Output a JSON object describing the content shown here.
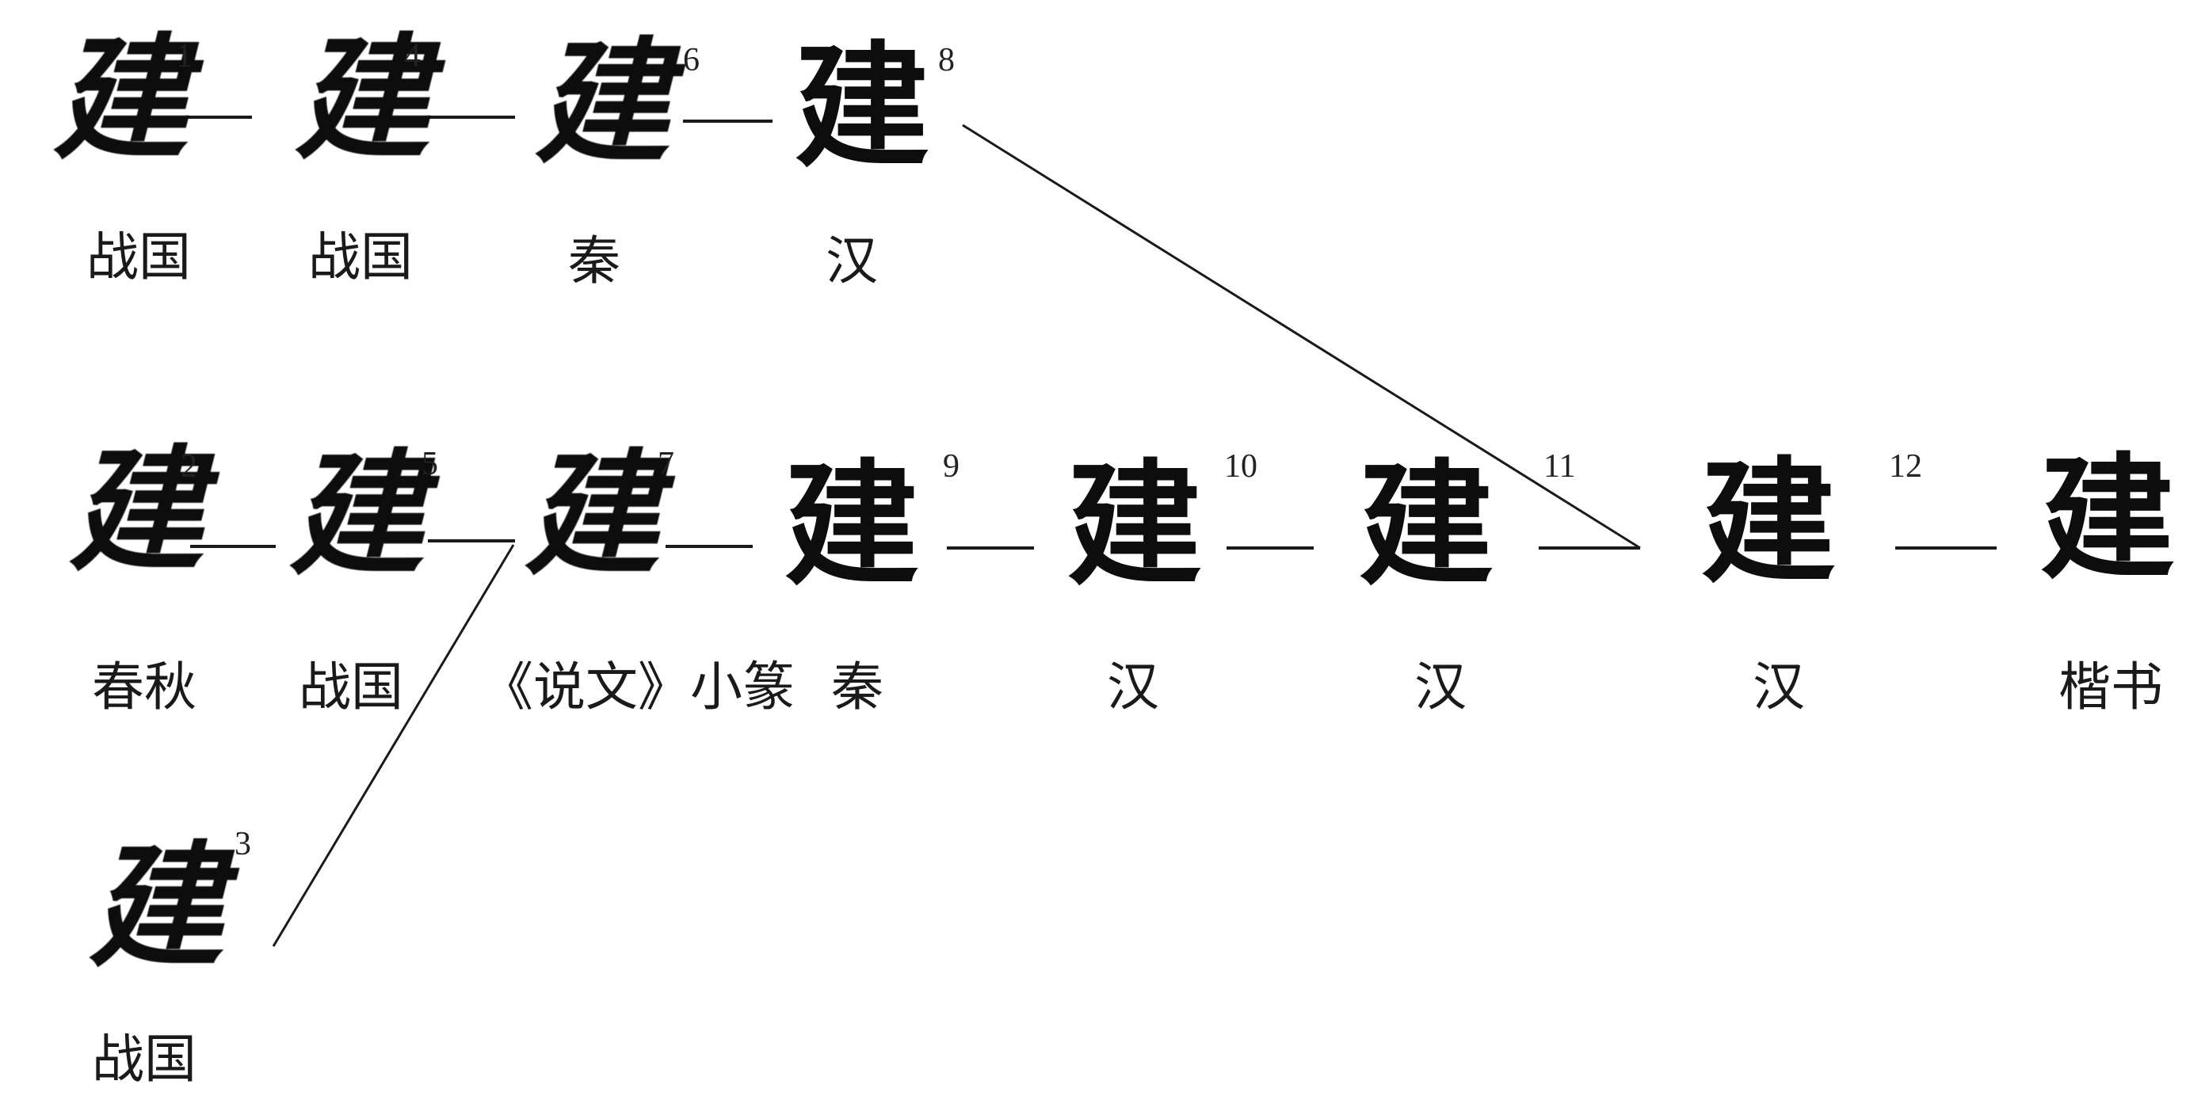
{
  "forms": [
    {
      "id": "1",
      "glyph": "建",
      "era": "战国",
      "row": "top"
    },
    {
      "id": "4",
      "glyph": "建",
      "era": "战国",
      "row": "top"
    },
    {
      "id": "6",
      "glyph": "建",
      "era": "秦",
      "row": "top"
    },
    {
      "id": "8",
      "glyph": "建",
      "era": "汉",
      "row": "top"
    },
    {
      "id": "2",
      "glyph": "建",
      "era": "春秋",
      "row": "middle"
    },
    {
      "id": "5",
      "glyph": "建",
      "era": "战国",
      "row": "middle"
    },
    {
      "id": "7",
      "glyph": "建",
      "era": "《说文》小篆",
      "row": "middle"
    },
    {
      "id": "9",
      "glyph": "建",
      "era": "秦",
      "row": "middle"
    },
    {
      "id": "10",
      "glyph": "建",
      "era": "汉",
      "row": "middle"
    },
    {
      "id": "11",
      "glyph": "建",
      "era": "汉",
      "row": "middle"
    },
    {
      "id": "12",
      "glyph": "建",
      "era": "汉",
      "row": "middle"
    },
    {
      "id": "",
      "glyph": "建",
      "era": "楷书",
      "row": "middle"
    },
    {
      "id": "3",
      "glyph": "建",
      "era": "战国",
      "row": "bottom"
    }
  ],
  "connections": [
    [
      "1",
      "4"
    ],
    [
      "4",
      "6"
    ],
    [
      "6",
      "8"
    ],
    [
      "2",
      "5"
    ],
    [
      "5",
      "7"
    ],
    [
      "7",
      "9"
    ],
    [
      "9",
      "10"
    ],
    [
      "10",
      "11"
    ],
    [
      "11",
      "12"
    ],
    [
      "12",
      "kaishu"
    ],
    [
      "8",
      "12"
    ],
    [
      "3",
      "7"
    ]
  ]
}
